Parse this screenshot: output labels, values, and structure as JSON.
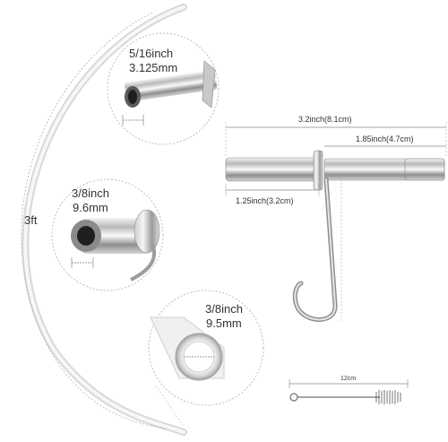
{
  "tube_length_label": "3ft",
  "callouts": {
    "top_tube": {
      "imperial": "5/16inch",
      "metric": "3.125mm"
    },
    "middle_tube": {
      "imperial": "3/8inch",
      "metric": "9.6mm"
    },
    "hose": {
      "imperial": "3/8inch",
      "metric": "9.5mm"
    }
  },
  "dimensions": {
    "overall": "3.2inch(8.1cm)",
    "right_section": "1.85inch(4.7cm)",
    "left_section": "1.25inch(3.2cm)"
  },
  "brush": {
    "length": "12cm"
  }
}
